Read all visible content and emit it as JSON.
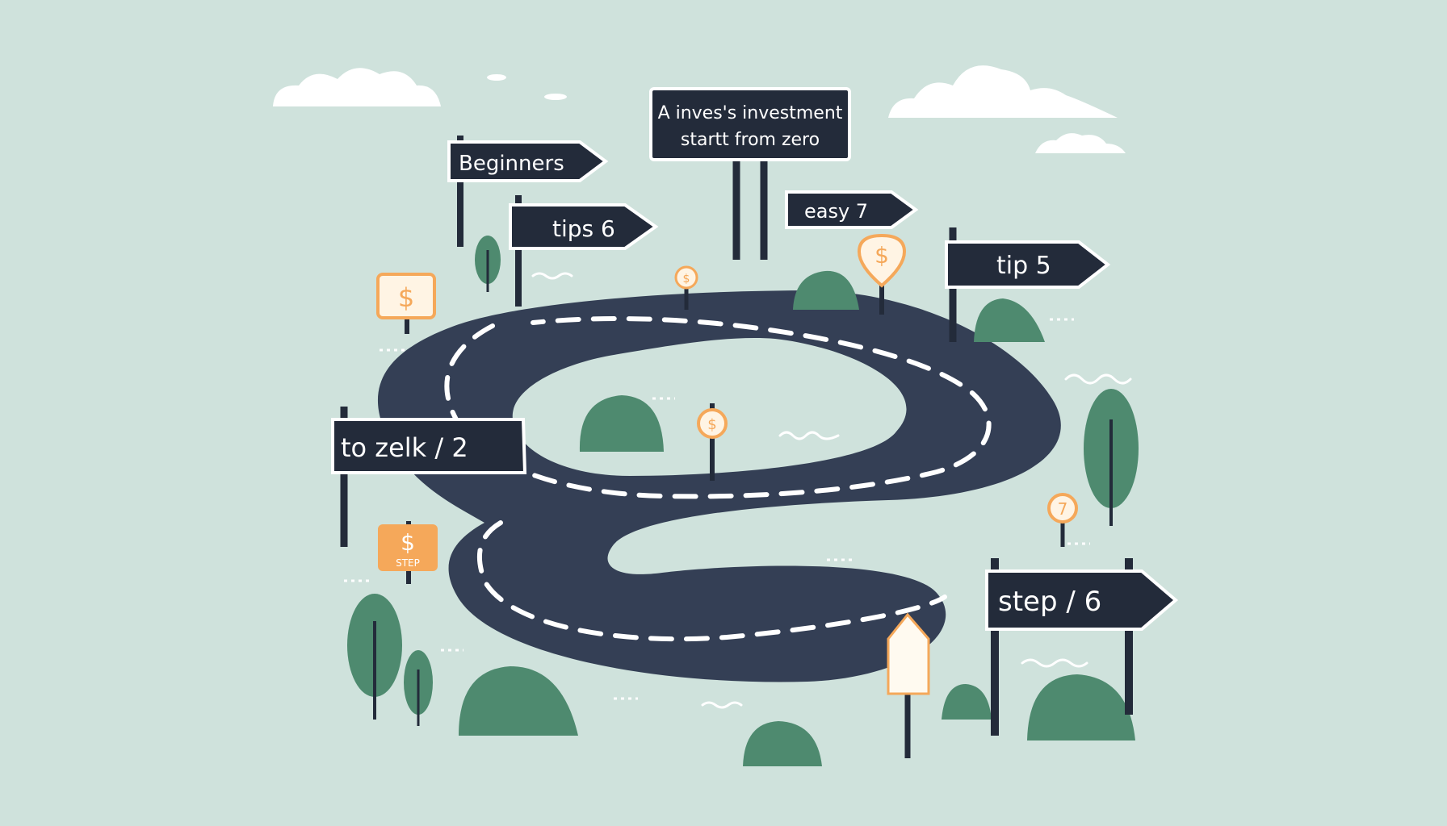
{
  "scene": {
    "title_board": {
      "line1": "A inves's investment",
      "line2": "startt  from zero"
    },
    "signs": {
      "beginners": "Beginners",
      "tips6": "tips  6",
      "easy7": "easy    7",
      "tip5": "tip 5",
      "tozelk": "to zelk   /  2",
      "step6": "step  /  6"
    },
    "markers": {
      "dollar": "$",
      "seven": "7",
      "step_word": "STEP"
    }
  },
  "colors": {
    "background": "#cfe2dc",
    "road": "#343f55",
    "road_dash": "#ffffff",
    "sign": "#232b3a",
    "sign_border": "#ffffff",
    "tree": "#4e8a6f",
    "tree_dark": "#3f7860",
    "coin": "#f5a85a",
    "coin_fill": "#fff4e4",
    "cloud": "#ffffff"
  },
  "icons": [
    "cloud-icon",
    "dollar-coin-icon",
    "tree-icon",
    "bush-icon",
    "arrow-signpost-icon"
  ]
}
